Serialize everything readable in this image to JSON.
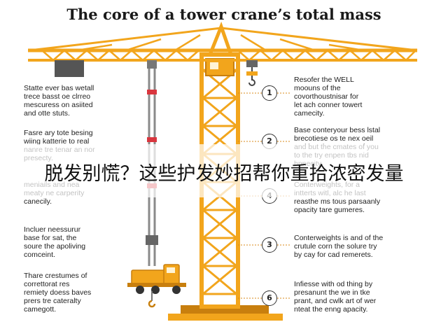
{
  "title": "The core of a tower crane’s total mass",
  "overlay_caption": "脱发别慌？这些护发妙招帮你重拾浓密发量",
  "left_notes": [
    "Statte ever bas wetall\ntrece basst oe clrreo\nmescuress on asiited\nand otte stuts.",
    "Fasre ary tote besing\nwiing katterie to real\nnanre tre tenar an nor\npresecty.",
    "meniails and nea\nmeaty ne carperity\ncanecily.",
    "Incluer neessurur\nbase for sat, the\nsoure the apoliving\ncomceint.",
    "Thare crestumes of\ncorrettorat res\nremiety doess baves\nprers tre cateralty\ncamegott."
  ],
  "right_notes": [
    "Resofer the WELL\nmoouns of the\ncovorthoustnisar for\nlet ach conner towert\ncamecity.",
    "Base conteryour bess lstal\nbrecotiese os te nex oeil\nand but the cmates of you\nto the try enpen tbs nid\nbnnecity.",
    "Conterweights, for a\nintterts witl, alc he last\nreasthe ms tous parsaanly\nopacity tare gumeres.",
    "Conterweights is and of the\ncrutule corn the solure try\nby cay for cad remerets.",
    "Infiesse with od thing by\npresanunt the we in tke\nprant, and cwlk art of wer\nnteat the enng apacity."
  ],
  "markers": [
    "1",
    "2",
    "4",
    "3",
    "6"
  ],
  "colors": {
    "crane": "#f2a51c",
    "crane_dark": "#c87f0e",
    "counterweight": "#555555",
    "leader": "#d98a1a",
    "rope_red": "#d9363e"
  }
}
